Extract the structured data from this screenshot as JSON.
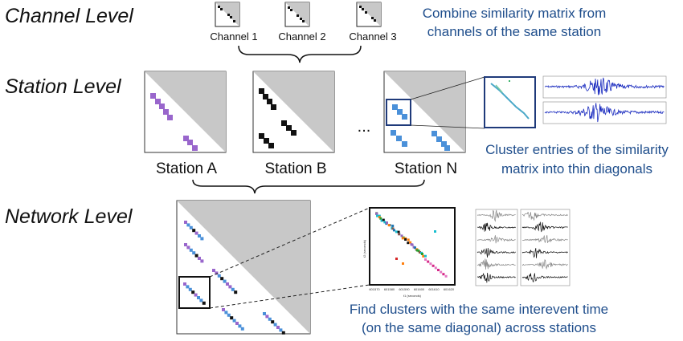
{
  "levels": {
    "channel": "Channel Level",
    "station": "Station Level",
    "network": "Network Level"
  },
  "channels": [
    "Channel 1",
    "Channel 2",
    "Channel 3"
  ],
  "stations": [
    "Station A",
    "Station B",
    "Station N"
  ],
  "ellipsis": "...",
  "notes": {
    "combine": [
      "Combine similarity matrix from",
      "channels of the same station"
    ],
    "cluster": [
      "Cluster entries of the similarity",
      "matrix into thin diagonals"
    ],
    "find": [
      "Find clusters with the same interevent time",
      "(on the same diagonal) across stations"
    ]
  },
  "colors": {
    "station_a": "#9966cc",
    "station_b": "#111111",
    "station_n": "#4a90d9",
    "note_text": "#1f4e8c",
    "triangle": "#c8c8c8",
    "waveform_blue": "#1a2bbf"
  },
  "zoom_plot": {
    "xlabel": "t1 (seconds)",
    "ylabel": "t2 (seconds)",
    "xticks": [
      "601570",
      "601580",
      "601590",
      "601600",
      "601610",
      "601620"
    ]
  }
}
